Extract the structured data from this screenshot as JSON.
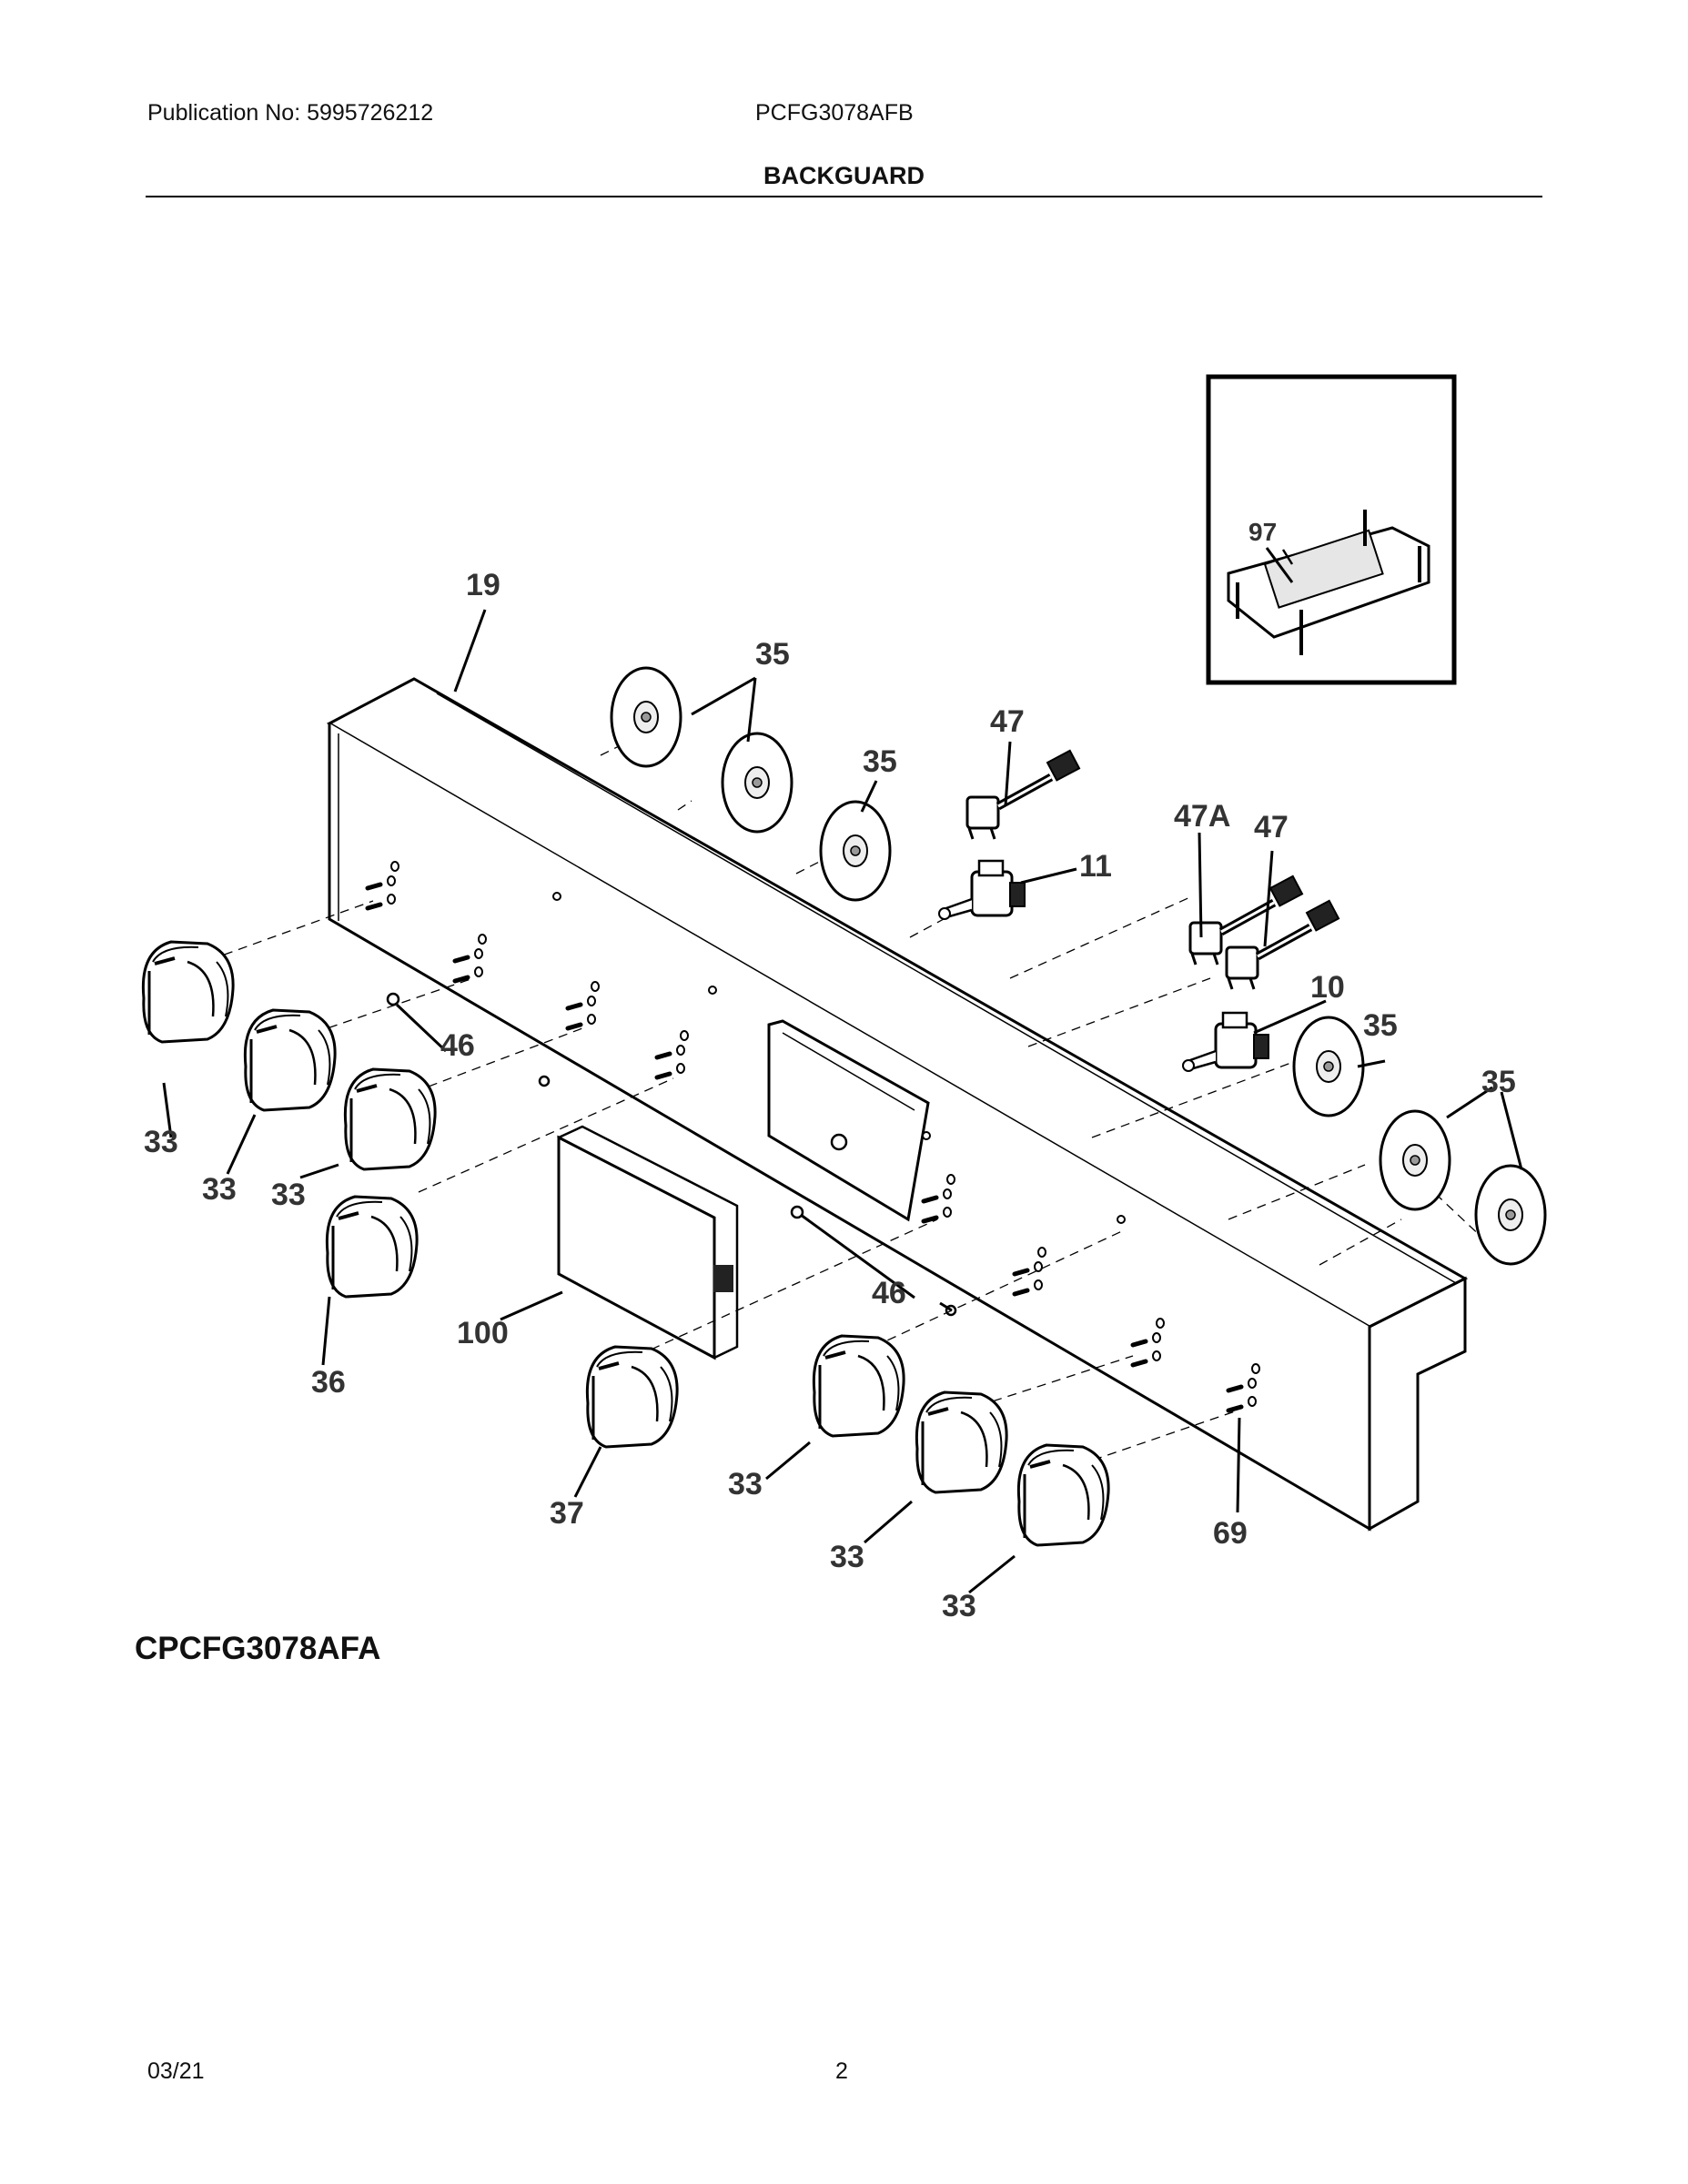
{
  "header": {
    "publication": "Publication No: 5995726212",
    "model": "PCFG3078AFB",
    "section_title": "BACKGUARD"
  },
  "diagram": {
    "callouts": {
      "c19": "19",
      "c97": "97",
      "c35a": "35",
      "c35b": "35",
      "c35c": "35",
      "c35d": "35",
      "c47a": "47",
      "c47b": "47",
      "c47A": "47A",
      "c11": "11",
      "c10": "10",
      "c46a": "46",
      "c46b": "46",
      "c33a": "33",
      "c33b": "33",
      "c33c": "33",
      "c33d": "33",
      "c33e": "33",
      "c33f": "33",
      "c36": "36",
      "c37": "37",
      "c100": "100",
      "c69": "69"
    },
    "variant_label": "CPCFG3078AFA"
  },
  "footer": {
    "date": "03/21",
    "page": "2"
  }
}
